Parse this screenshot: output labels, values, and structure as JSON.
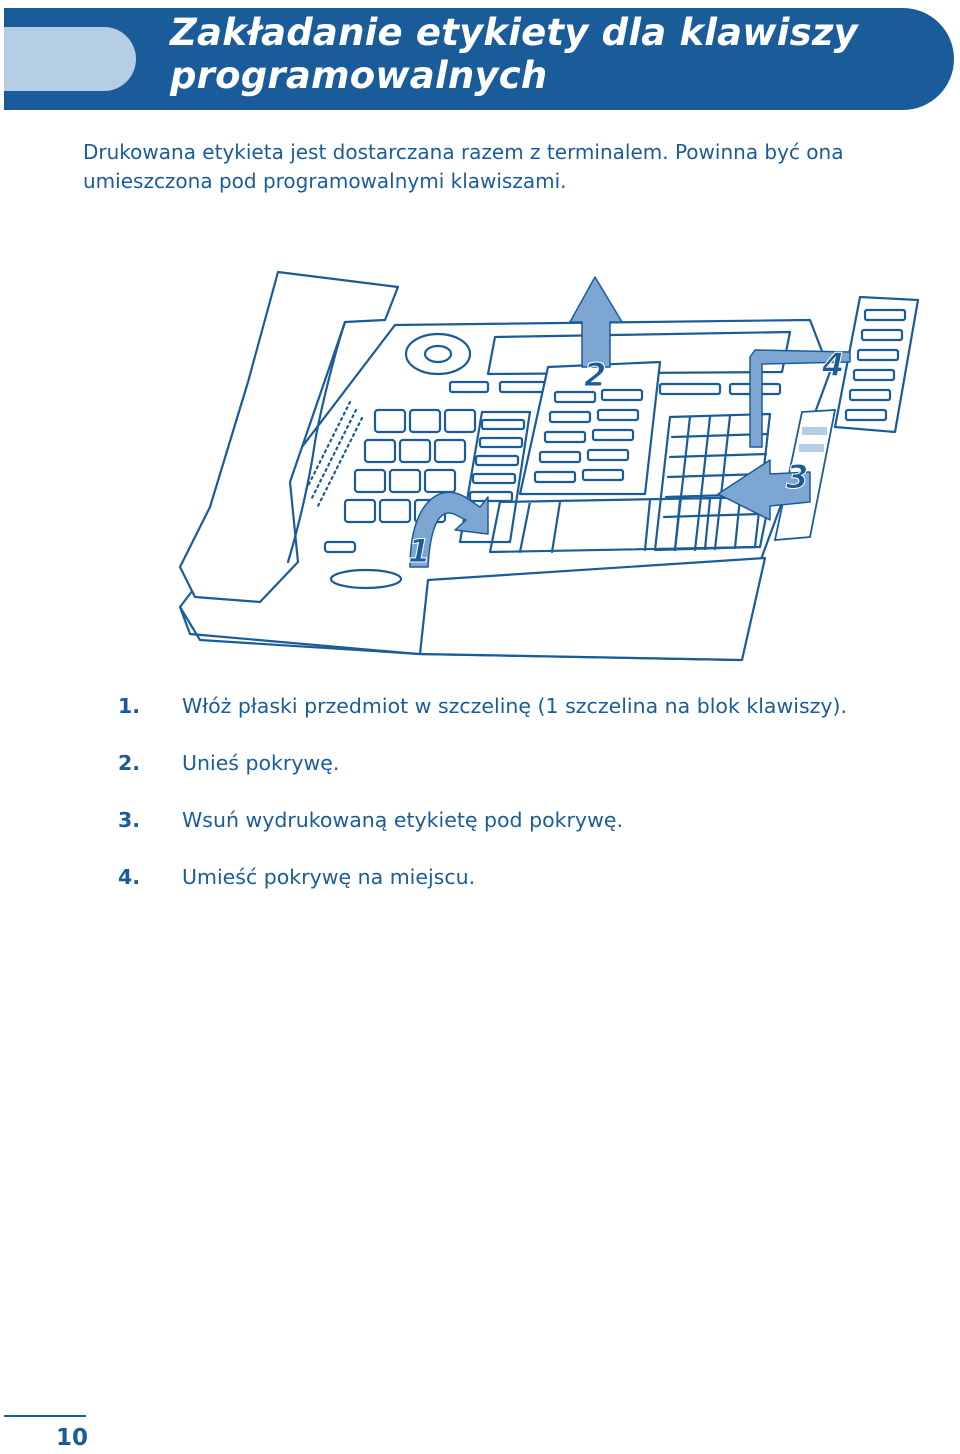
{
  "header": {
    "title_line1": "Zakładanie etykiety dla klawiszy",
    "title_line2": "programowalnych"
  },
  "intro": {
    "line1": "Drukowana etykieta jest dostarczana razem z terminalem. Powinna być ona",
    "line2": "umieszczona pod programowalnymi klawiszami."
  },
  "figure": {
    "callouts": [
      "1",
      "2",
      "3",
      "4"
    ]
  },
  "steps": [
    {
      "num": "1.",
      "text": "Włóż płaski przedmiot w szczelinę (1 szczelina na blok klawiszy)."
    },
    {
      "num": "2.",
      "text": "Unieś pokrywę."
    },
    {
      "num": "3.",
      "text": "Wsuń wydrukowaną etykietę pod pokrywę."
    },
    {
      "num": "4.",
      "text": "Umieść pokrywę na miejscu."
    }
  ],
  "footer": {
    "page_number": "10"
  },
  "colors": {
    "brand_blue": "#1a5c9a",
    "tab_light_blue": "#b6cde6",
    "arrow_blue": "#7ea6d2"
  }
}
